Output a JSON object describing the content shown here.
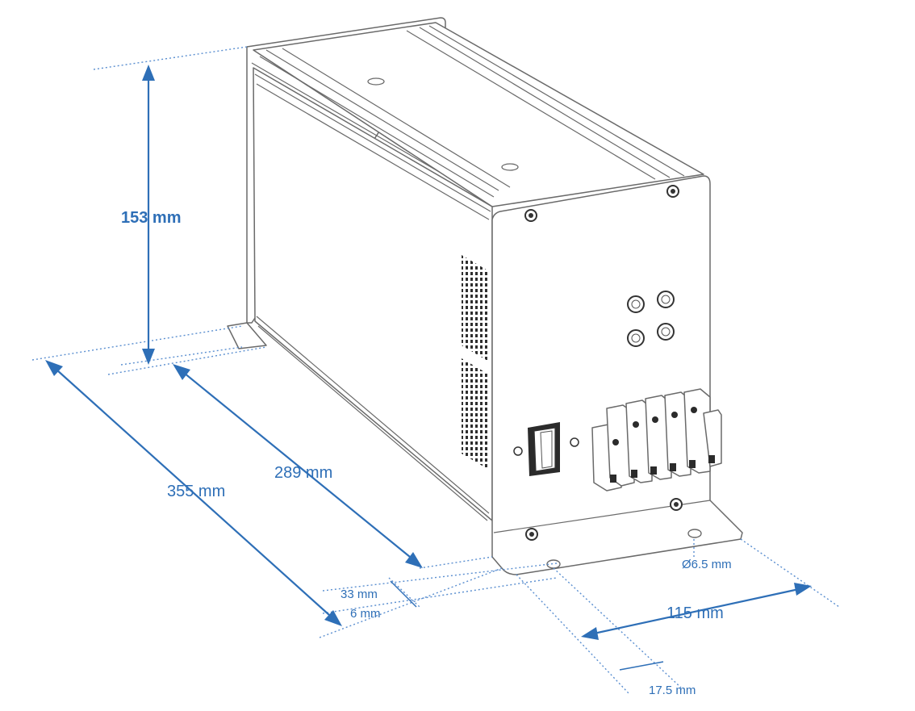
{
  "figure": {
    "subject": "Enclosure unit dimension drawing",
    "dimensions": {
      "height": "153 mm",
      "overall_length": "355 mm",
      "body_length": "289 mm",
      "offset_a": "33 mm",
      "offset_b": "6 mm",
      "width": "115 mm",
      "hole_offset": "17.5 mm",
      "hole_diameter": "Ø6.5 mm"
    }
  },
  "colors": {
    "dimension": "#2e6fb7",
    "outline": "#6a6a6a",
    "background": "#ffffff"
  }
}
